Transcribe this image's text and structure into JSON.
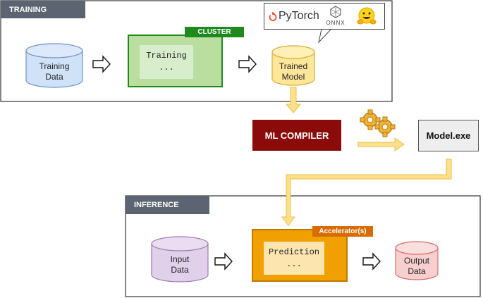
{
  "training": {
    "section_label": "TRAINING",
    "data_store": "Training\nData",
    "cluster_label": "CLUSTER",
    "process": "Training\n...",
    "output_model": "Trained\nModel",
    "frameworks": {
      "pytorch": "PyTorch",
      "onnx": "ONNX",
      "huggingface_icon": "hugging-face-emoji-icon"
    }
  },
  "compile": {
    "compiler": "ML COMPILER",
    "gears_icon": "gears-icon",
    "artifact": "Model.exe"
  },
  "inference": {
    "section_label": "INFERENCE",
    "accelerator_label": "Accelerator(s)",
    "input": "Input\nData",
    "process": "Prediction\n...",
    "output": "Output\nData"
  },
  "colors": {
    "tab_gray": "#5b6470",
    "cluster_green": "#1e8a1e",
    "cluster_fill": "#b9dea0",
    "compiler_red": "#8b0a0a",
    "accelerator_orange": "#f0a000",
    "accelerator_tag": "#d96c00",
    "flow_yellow": "#ffe08a",
    "training_data_blue": "#d0e2f8",
    "trained_model_yellow": "#ffe699",
    "input_purple": "#e1d0ea",
    "output_pink": "#f8cfcf"
  }
}
